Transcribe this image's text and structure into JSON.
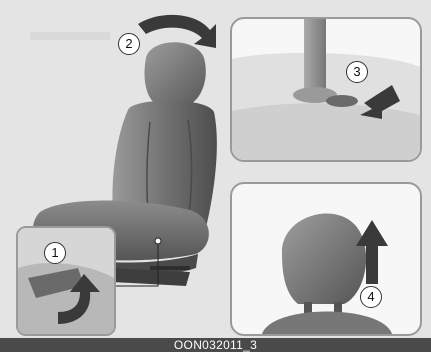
{
  "figure": {
    "caption": "OON032011_3",
    "steps": {
      "lever": "1",
      "tilt": "2",
      "button": "3",
      "lift": "4"
    }
  },
  "colors": {
    "background": "#e4e4e4",
    "seat": "#6b6b6b",
    "inset_bg": "#f7f7f7",
    "arrow": "#3a3a3a",
    "caption_bar": "#4a4a4a"
  }
}
